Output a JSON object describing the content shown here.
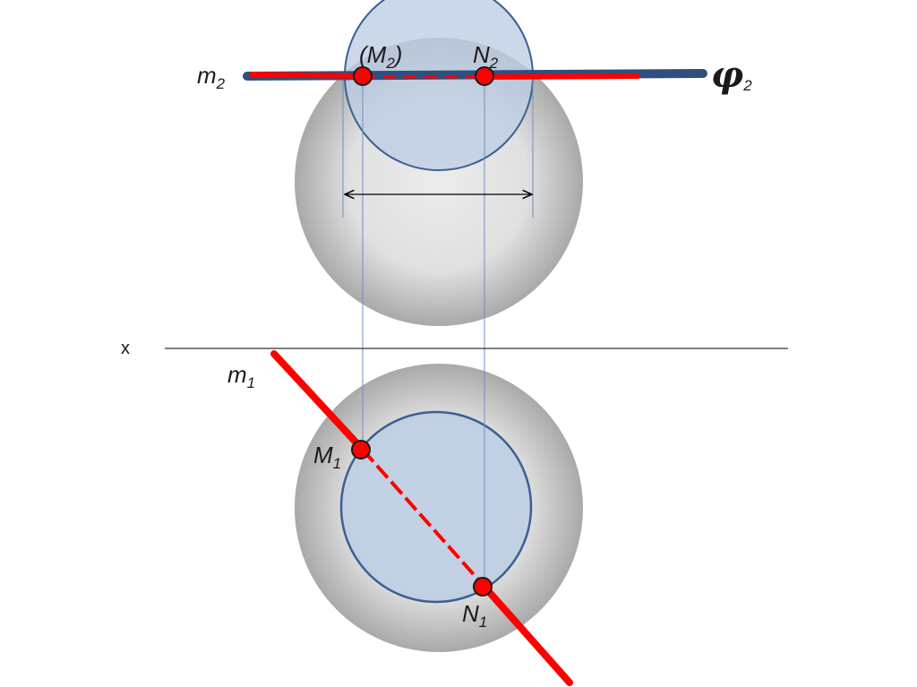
{
  "labels": {
    "m2": "m",
    "m2_sub": "2",
    "M2_open": "(M",
    "M2_sub": "2",
    "M2_close": ")",
    "N2": "N",
    "N2_sub": "2",
    "phi": "φ",
    "phi_sub": "2",
    "x_axis": "x",
    "m1": "m",
    "m1_sub": "1",
    "M1": "M",
    "M1_sub": "1",
    "N1": "N",
    "N1_sub": "1"
  },
  "colors": {
    "sphere_light": "#ececec",
    "sphere_dark": "#a9a9a9",
    "section_fill": "#bccde4",
    "section_stroke": "#3d5f92",
    "plane_line": "#2f4f7f",
    "line_red": "#ff0000",
    "point_fill": "#ff0000",
    "point_stroke": "#1a1a1a",
    "projection_line": "#6f8fbd",
    "axis_line": "#333333"
  }
}
